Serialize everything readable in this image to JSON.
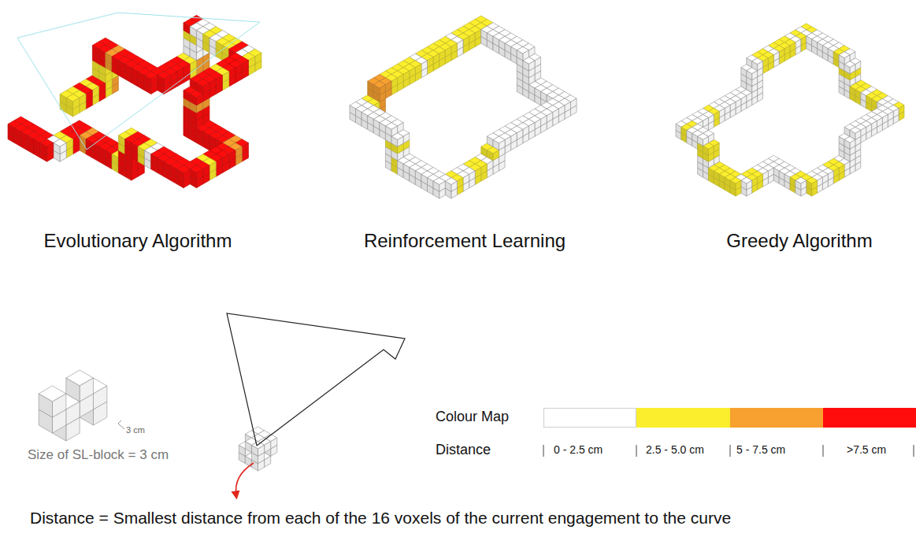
{
  "diagram": {
    "labels": [
      "Evolutionary Algorithm",
      "Reinforcement Learning",
      "Greedy Algorithm",
      "3 cm",
      "Size of SL-block = 3 cm",
      "Colour Map",
      "Distance",
      "Distance = Smallest distance from each of the 16 voxels of the current engagement to the curve"
    ],
    "legend": [
      {
        "text": "0 - 2.5 cm",
        "color": "#ffffff"
      },
      {
        "text": "2.5 - 5.0 cm",
        "color": "#fbee2c"
      },
      {
        "text": "5 - 7.5 cm",
        "color": "#f8a030"
      },
      {
        "text": ">7.5 cm",
        "color": "#ff0d0d"
      }
    ]
  }
}
